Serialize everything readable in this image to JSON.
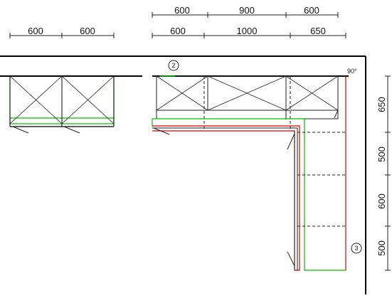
{
  "dimensions": {
    "top_row_upper": [
      "600",
      "900",
      "600"
    ],
    "top_row_lower_left": [
      "600",
      "600"
    ],
    "top_row_lower_right": [
      "600",
      "1000",
      "650"
    ],
    "right_column": [
      "650",
      "500",
      "600",
      "500"
    ]
  },
  "markers": {
    "position_2": "2",
    "position_3": "3"
  },
  "angle_label": "90°",
  "colors": {
    "wall": "#000000",
    "cabinet_outline": "#00c000",
    "worktop": "#e00000",
    "line": "#222222"
  }
}
